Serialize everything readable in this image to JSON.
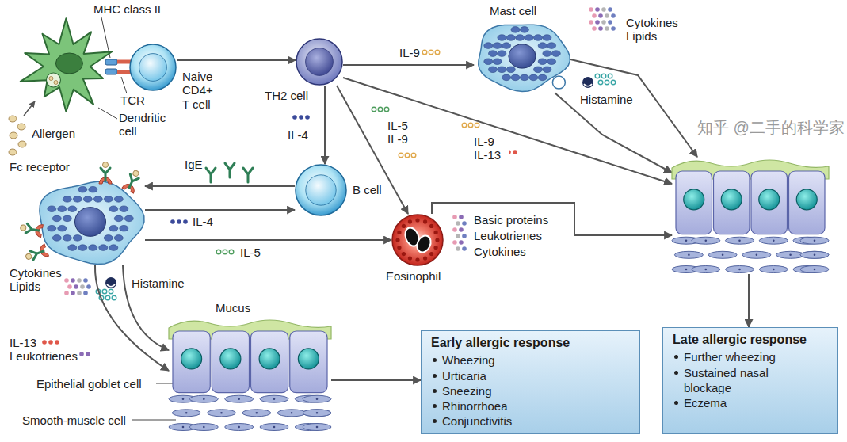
{
  "diagram": {
    "nodes": [
      {
        "text": [
          "Dendritic cell"
        ]
      },
      {
        "text": [
          "Naive CD4+ T cell"
        ]
      },
      {
        "text": [
          "TH2 cell"
        ]
      },
      {
        "text": [
          "Mast cell"
        ]
      },
      {
        "text": [
          "B cell"
        ]
      },
      {
        "text": [
          "Fc receptor"
        ]
      },
      {
        "text": [
          "Eosinophil"
        ]
      },
      {
        "text": []
      },
      {
        "text": [
          "Mucus",
          "Epithelial goblet cell",
          "Smooth-muscle cell"
        ]
      },
      {
        "text": [
          "Early allergic response",
          "Wheezing",
          "Urticaria",
          "Sneezing",
          "Rhinorrhoea",
          "Conjunctivitis"
        ]
      },
      {
        "text": [
          "Late allergic response",
          "Further wheezing",
          "Sustained nasal blockage",
          "Eczema"
        ]
      }
    ],
    "edges": [
      {
        "from": 1,
        "to": 2,
        "arrow": "to"
      },
      {
        "from": 2,
        "to": 3,
        "label": "IL-9",
        "arrow": "to"
      },
      {
        "from": 2,
        "to": 4,
        "label": "IL-4",
        "arrow": "to"
      },
      {
        "from": 2,
        "to": 6,
        "label": "IL-5 IL-9",
        "arrow": "to"
      },
      {
        "from": 2,
        "to": 7,
        "label": "IL-9 IL-13",
        "arrow": "to"
      },
      {
        "from": 3,
        "to": 7,
        "arrow": "to"
      },
      {
        "from": 3,
        "to": 7,
        "arrow": "to"
      },
      {
        "from": 4,
        "to": 5,
        "label": "IgE",
        "arrow": "to"
      },
      {
        "from": 5,
        "to": 4,
        "label": "IL-4",
        "arrow": "to"
      },
      {
        "from": 5,
        "to": 6,
        "label": "IL-5",
        "arrow": "to"
      },
      {
        "from": 6,
        "to": 7,
        "arrow": "to"
      },
      {
        "from": 5,
        "to": 8,
        "arrow": "to"
      },
      {
        "from": 5,
        "to": 8,
        "arrow": "to"
      },
      {
        "from": 8,
        "to": 9,
        "arrow": "to"
      },
      {
        "from": 7,
        "to": 10,
        "arrow": "to"
      }
    ],
    "labels": [
      "MHC class II",
      "TCR",
      "Allergen",
      "Cytokines Lipids",
      "Histamine",
      "Basic proteins",
      "Leukotrienes",
      "Cytokines",
      "Cytokines Lipids",
      "Histamine",
      "IL-13 Leukotrienes",
      "知乎 @二手的科学家"
    ]
  }
}
